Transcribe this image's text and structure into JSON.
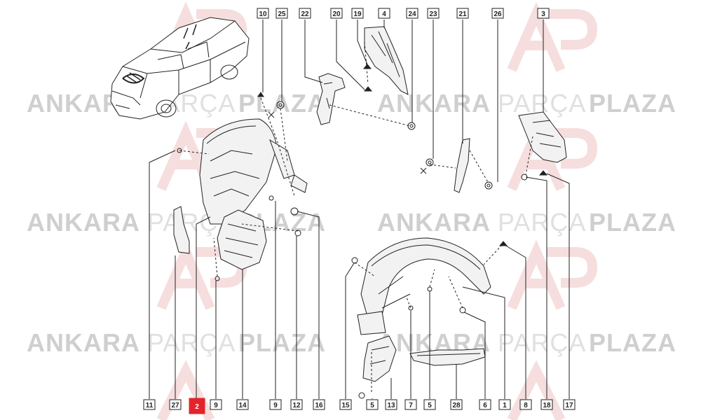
{
  "watermark": {
    "word1": "ANKARA",
    "word2": "PARÇA",
    "word3": "PLAZA",
    "colors": {
      "dark": "#c8c8c8",
      "light": "#dedede",
      "logo": "#f4d6d6"
    }
  },
  "labels": {
    "top": [
      "10",
      "25",
      "22",
      "20",
      "19",
      "4",
      "24",
      "23",
      "21",
      "26",
      "3"
    ],
    "bottom": [
      "11",
      "27",
      "2",
      "9",
      "14",
      "9",
      "12",
      "16",
      "15",
      "5",
      "13",
      "7",
      "5",
      "28",
      "6",
      "1",
      "8",
      "18",
      "17"
    ]
  },
  "highlighted_label": "2",
  "colors": {
    "highlight": "#e3242b",
    "line": "#222222",
    "part_fill": "#f2f2f2"
  }
}
